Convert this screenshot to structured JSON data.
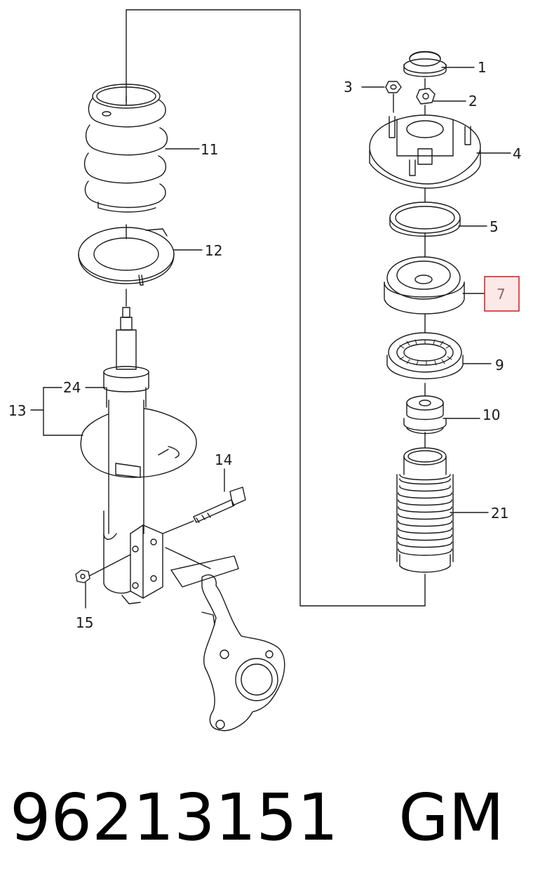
{
  "diagram": {
    "labels": {
      "l1": "1",
      "l2": "2",
      "l3": "3",
      "l4": "4",
      "l5": "5",
      "l7": "7",
      "l9": "9",
      "l10": "10",
      "l11": "11",
      "l12": "12",
      "l13": "13",
      "l14": "14",
      "l15": "15",
      "l21": "21",
      "l24": "24"
    },
    "highlighted_label": "7",
    "highlight_color": "#d9252b",
    "highlight_fill": "#fde8e8"
  },
  "footer": {
    "part_number": "96213151",
    "brand": "GM"
  }
}
